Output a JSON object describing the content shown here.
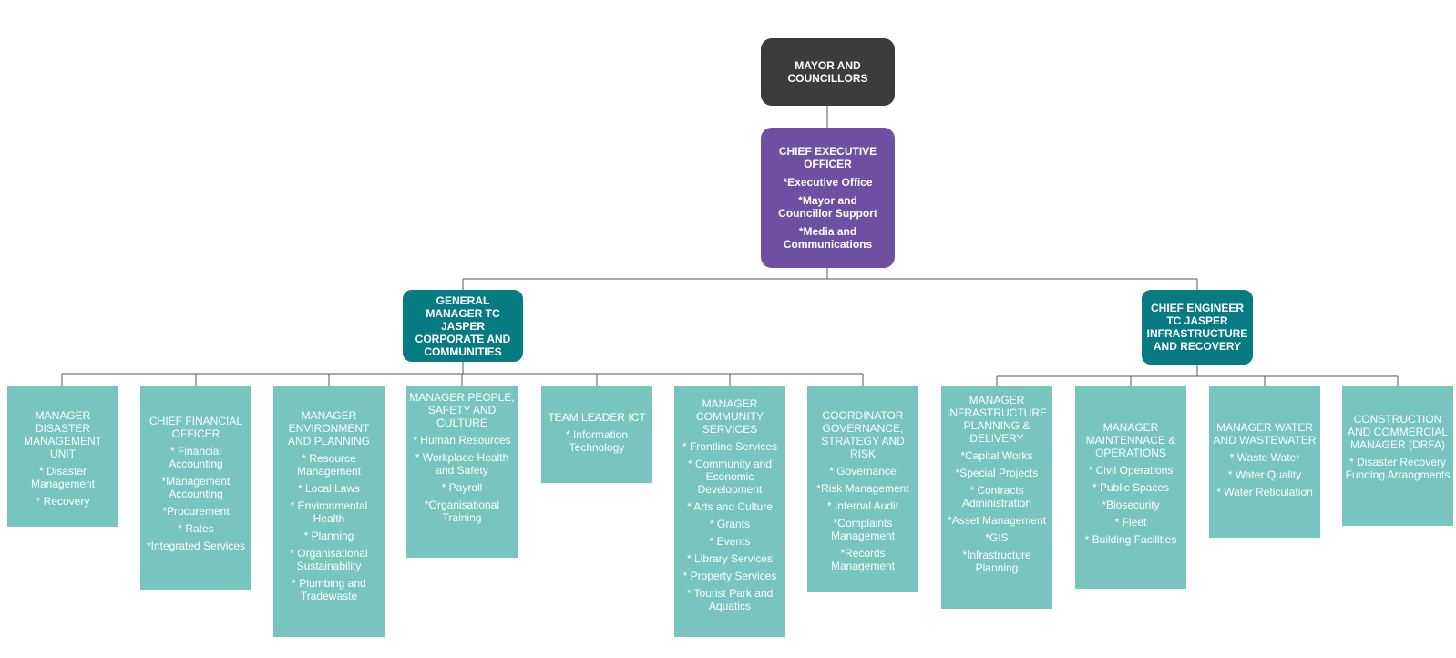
{
  "colors": {
    "mayor": "#3c3c3c",
    "ceo": "#6f4fa1",
    "general_manager": "#087a82",
    "manager": "#78c5bf",
    "connector": "#555555",
    "text": "#ffffff"
  },
  "mayor": {
    "title": "MAYOR AND COUNCILLORS"
  },
  "ceo": {
    "title": "CHIEF EXECUTIVE OFFICER",
    "items": [
      "*Executive Office",
      "*Mayor and Councillor Support",
      "*Media and Communications"
    ]
  },
  "gm_corporate": {
    "title": "GENERAL MANAGER TC JASPER CORPORATE AND COMMUNITIES"
  },
  "gm_infrastructure": {
    "title": "CHIEF ENGINEER TC JASPER INFRASTRUCTURE AND RECOVERY"
  },
  "corporate_units": [
    {
      "title": "MANAGER DISASTER MANAGEMENT UNIT",
      "items": [
        "* Disaster Management",
        "* Recovery"
      ]
    },
    {
      "title": "CHIEF FINANCIAL OFFICER",
      "items": [
        "* Financial Accounting",
        "*Management Accounting",
        "*Procurement",
        "* Rates",
        "*Integrated Services"
      ]
    },
    {
      "title": "MANAGER ENVIRONMENT AND PLANNING",
      "items": [
        "* Resource Management",
        "* Local Laws",
        "* Environmental Health",
        "* Planning",
        "* Organisational Sustainability",
        "* Plumbing and Tradewaste"
      ]
    },
    {
      "title": "MANAGER PEOPLE, SAFETY AND CULTURE",
      "items": [
        "* Human Resources",
        "* Workplace Health and Safety",
        "* Payroll",
        "*Organisational Training"
      ]
    },
    {
      "title": "TEAM LEADER ICT",
      "items": [
        "* Information Technology"
      ]
    },
    {
      "title": "MANAGER COMMUNITY SERVICES",
      "items": [
        "* Frontline Services",
        "* Community and Economic Development",
        "* Arts and Culture",
        "* Grants",
        "* Events",
        "* Library Services",
        "* Property Services",
        "* Tourist Park and Aquatics"
      ]
    },
    {
      "title": "COORDINATOR GOVERNANCE, STRATEGY AND RISK",
      "items": [
        "* Governance",
        "*Risk Management",
        "* Internal Audit",
        "*Complaints Management",
        "*Records Management"
      ]
    }
  ],
  "infrastructure_units": [
    {
      "title": "MANAGER INFRASTRUCTURE PLANNING & DELIVERY",
      "items": [
        "*Capital Works",
        "*Special Projects",
        "* Contracts Administration",
        "*Asset Management",
        "*GIS",
        "*Infrastructure Planning"
      ]
    },
    {
      "title": "MANAGER MAINTENNACE & OPERATIONS",
      "items": [
        "* Civil Operations",
        "* Public Spaces",
        "*Biosecurity",
        "* Fleet",
        "* Building Facilities"
      ]
    },
    {
      "title": "MANAGER WATER AND WASTEWATER",
      "items": [
        "* Waste Water",
        "* Water Quality",
        "* Water Reticulation"
      ]
    },
    {
      "title": "CONSTRUCTION AND COMMERCIAL MANAGER (DRFA)",
      "items": [
        "* Disaster Recovery Funding Arrangments"
      ]
    }
  ]
}
